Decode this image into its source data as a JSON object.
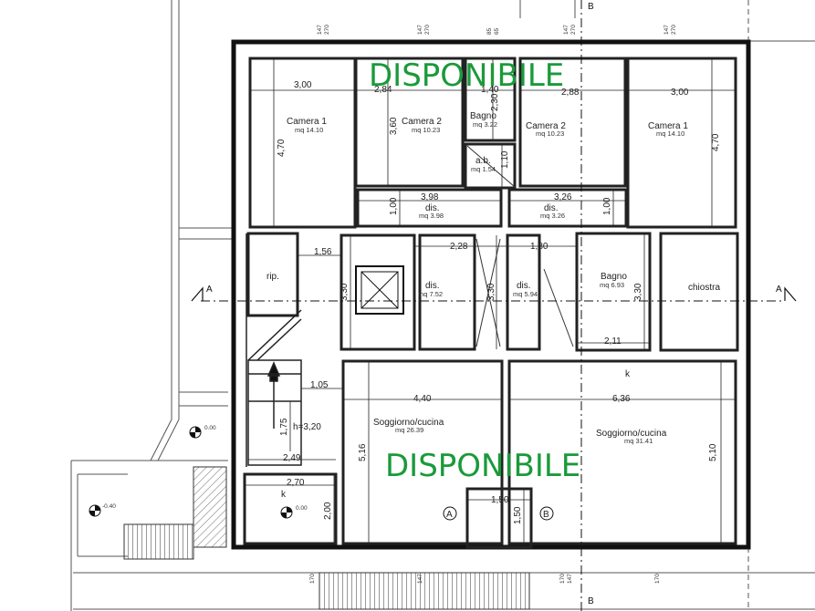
{
  "banners": {
    "top": "DISPONIBILE",
    "bottom": "DISPONIBILE"
  },
  "sections": {
    "a_left": "A",
    "a_right": "A",
    "b_top": "B",
    "b_bottom": "B"
  },
  "axis_labels": {
    "a": "A",
    "b": "B"
  },
  "rooms": {
    "camera1_left": {
      "name": "Camera 1",
      "area": "mq 14.10"
    },
    "camera2_left": {
      "name": "Camera 2",
      "area": "mq 10.23"
    },
    "bagno_top": {
      "name": "Bagno",
      "area": "mq 3.22"
    },
    "ab": {
      "name": "a.b.",
      "area": "mq 1.54"
    },
    "camera2_right": {
      "name": "Camera 2",
      "area": "mq 10.23"
    },
    "camera1_right": {
      "name": "Camera 1",
      "area": "mq 14.10"
    },
    "dis_left": {
      "name": "dis.",
      "area": "mq 3.98"
    },
    "dis_right": {
      "name": "dis.",
      "area": "mq 3.26"
    },
    "rip": {
      "name": "rip."
    },
    "dis_center_l": {
      "name": "dis.",
      "area": "mq 7.52"
    },
    "dis_center_r": {
      "name": "dis.",
      "area": "mq 5.94"
    },
    "bagno_right": {
      "name": "Bagno",
      "area": "mq 6.93"
    },
    "chiostra": {
      "name": "chiostra"
    },
    "soggiorno_l": {
      "name": "Soggiorno/cucina",
      "area": "mq 26.39"
    },
    "soggiorno_r": {
      "name": "Soggiorno/cucina",
      "area": "mq 31.41"
    }
  },
  "dims": {
    "w300_l": "3,00",
    "w284": "2,84",
    "w140": "1,40",
    "w288": "2,88",
    "w300_r": "3,00",
    "h470_l": "4,70",
    "h360": "3,60",
    "h230": "2,30",
    "h110": "1,10",
    "h470_r": "4,70",
    "w398": "3,98",
    "w326": "3,26",
    "h100_l": "1,00",
    "h100_r": "1,00",
    "w156": "1,56",
    "w228": "2,28",
    "w180": "1,80",
    "h330_a": "3,30",
    "h330_b": "3,30",
    "h330_c": "3,30",
    "w211": "2,11",
    "w105": "1,05",
    "w440": "4,40",
    "w636": "6,36",
    "h175": "1,75",
    "hroom": "h=3,20",
    "w249": "2,49",
    "w270": "2,70",
    "h516": "5,16",
    "h510": "5,10",
    "h200": "2,00",
    "w150": "1,50",
    "h150": "1,50"
  },
  "window_marks": [
    {
      "a": "147",
      "b": "270"
    },
    {
      "a": "147",
      "b": "270"
    },
    {
      "a": "85",
      "b": "65"
    },
    {
      "a": "147",
      "b": "270"
    },
    {
      "a": "147",
      "b": "270"
    }
  ],
  "bottom_marks": [
    "170",
    "147",
    "170",
    "147",
    "170"
  ],
  "levels": {
    "l1": "0.00",
    "l2": "-0.40",
    "l3": "0.00"
  },
  "marks": {
    "k1": "k",
    "k2": "k"
  }
}
